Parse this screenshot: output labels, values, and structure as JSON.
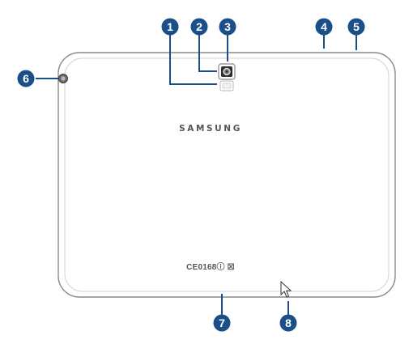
{
  "device": {
    "brand_text": "SAMSUNG",
    "certification_text": "CE0168ⓘ ☒",
    "colors": {
      "body_outline": "#8a8a8a",
      "inner_edge": "#cfcfcf",
      "callout_fill": "#1a4f8a",
      "leader_line": "#1a4f8a"
    }
  },
  "callouts": [
    {
      "number": "1"
    },
    {
      "number": "2"
    },
    {
      "number": "3"
    },
    {
      "number": "4"
    },
    {
      "number": "5"
    },
    {
      "number": "6"
    },
    {
      "number": "7"
    },
    {
      "number": "8"
    }
  ],
  "pointer": {
    "icon": "mouse-cursor-icon"
  }
}
